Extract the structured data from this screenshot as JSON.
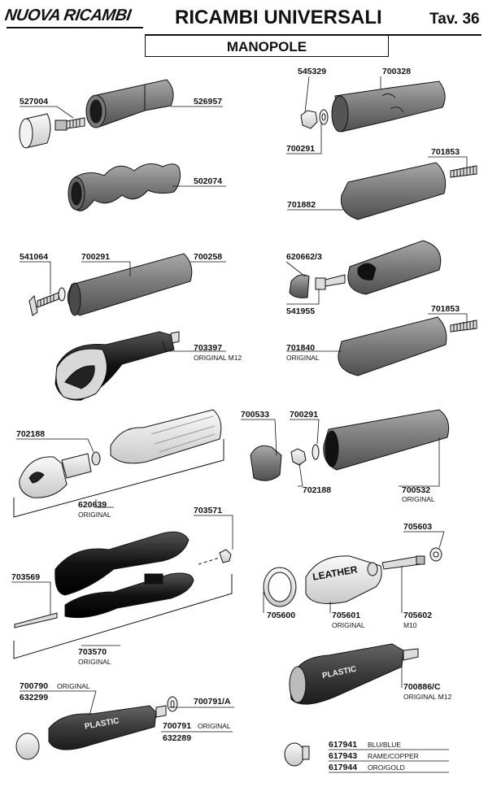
{
  "header": {
    "brand": "NUOVA RICAMBI",
    "title": "RICAMBI UNIVERSALI",
    "table_no": "Tav. 36",
    "subtitle": "MANOPOLE"
  },
  "parts": {
    "p527004": "527004",
    "p526957": "526957",
    "p502074": "502074",
    "p545329": "545329",
    "p700328": "700328",
    "p700291a": "700291",
    "p701853a": "701853",
    "p701882": "701882",
    "p541064": "541064",
    "p700291b": "700291",
    "p700258": "700258",
    "p620662": "620662/3",
    "p541955": "541955",
    "p701853b": "701853",
    "p703397": "703397",
    "p703397_note": "ORIGINAL M12",
    "p701840": "701840",
    "p701840_note": "ORIGINAL",
    "p702188a": "702188",
    "p620639": "620639",
    "p620639_note": "ORIGINAL",
    "p700533": "700533",
    "p700291c": "700291",
    "p702188b": "702188",
    "p700532": "700532",
    "p700532_note": "ORIGINAL",
    "p703571": "703571",
    "p703569": "703569",
    "p703570": "703570",
    "p703570_note": "ORIGINAL",
    "p705603": "705603",
    "p705600": "705600",
    "p705601": "705601",
    "p705601_note": "ORIGINAL",
    "p705602": "705602",
    "p705602_note": "M10",
    "p700886": "700886/C",
    "p700886_note": "ORIGINAL M12",
    "p700790": "700790",
    "p700790_note": "ORIGINAL",
    "p632299": "632299",
    "p700791a": "700791/A",
    "p700791": "700791",
    "p700791_note": "ORIGINAL",
    "p632289": "632289",
    "p617941": "617941",
    "p617941_note": "BLU/BLUE",
    "p617943": "617943",
    "p617943_note": "RAME/COPPER",
    "p617944": "617944",
    "p617944_note": "ORO/GOLD"
  },
  "product_text": {
    "leather": "LEATHER",
    "plastic_a": "PLASTIC",
    "plastic_b": "PLASTIC"
  }
}
